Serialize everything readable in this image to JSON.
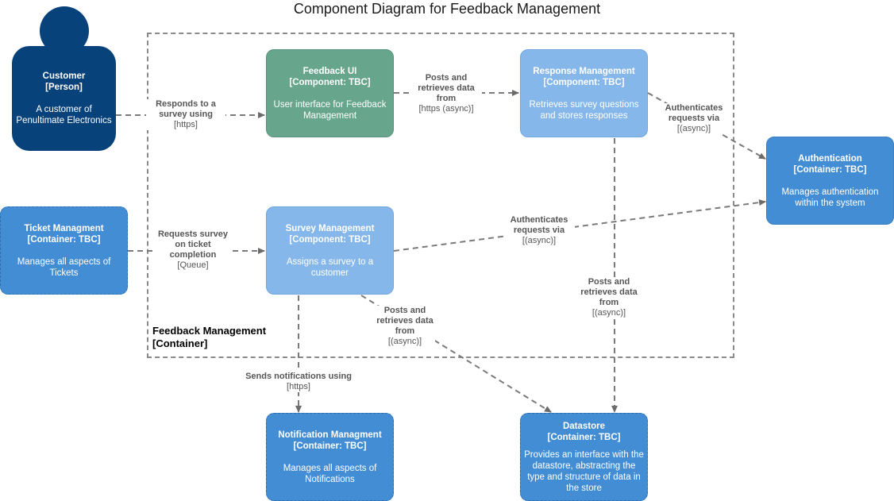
{
  "title": "Component Diagram for Feedback Management",
  "boundary": {
    "name": "Feedback Management",
    "kind": "[Container]"
  },
  "nodes": {
    "customer": {
      "name": "Customer",
      "kind": "[Person]",
      "desc": "A customer of Penultimate Electronics"
    },
    "feedback_ui": {
      "name": "Feedback UI",
      "kind": "[Component: TBC]",
      "desc": "User interface for Feedback Management"
    },
    "response_mgmt": {
      "name": "Response Management",
      "kind": "[Component: TBC]",
      "desc": "Retrieves survey questions and stores responses"
    },
    "authentication": {
      "name": "Authentication",
      "kind": "[Container: TBC]",
      "desc": "Manages authentication within the system"
    },
    "ticket_mgmt": {
      "name": "Ticket Managment",
      "kind": "[Container: TBC]",
      "desc": "Manages all aspects of Tickets"
    },
    "survey_mgmt": {
      "name": "Survey Management",
      "kind": "[Component: TBC]",
      "desc": "Assigns a survey to a customer"
    },
    "notification_mgmt": {
      "name": "Notification Managment",
      "kind": "[Container: TBC]",
      "desc": "Manages all aspects of Notifications"
    },
    "datastore": {
      "name": "Datastore",
      "kind": "[Container: TBC]",
      "desc": "Provides an interface with the datastore, abstracting the type and structure of data in the store"
    }
  },
  "edges": {
    "customer_feedback": {
      "text": "Responds to a survey using",
      "tech": "[https]"
    },
    "feedback_response": {
      "text": "Posts and retrieves data from",
      "tech": "[https (async)]"
    },
    "response_auth": {
      "text": "Authenticates requests via",
      "tech": "[(async)]"
    },
    "ticket_survey": {
      "text": "Requests survey on ticket completion",
      "tech": "[Queue]"
    },
    "survey_auth": {
      "text": "Authenticates requests via",
      "tech": "[(async)]"
    },
    "response_datastore": {
      "text": "Posts and retrieves data from",
      "tech": "[(async)]"
    },
    "survey_datastore": {
      "text": "Posts and retrieves data from",
      "tech": "[(async)]"
    },
    "survey_notification": {
      "text": "Sends notifications using",
      "tech": "[https]"
    }
  }
}
